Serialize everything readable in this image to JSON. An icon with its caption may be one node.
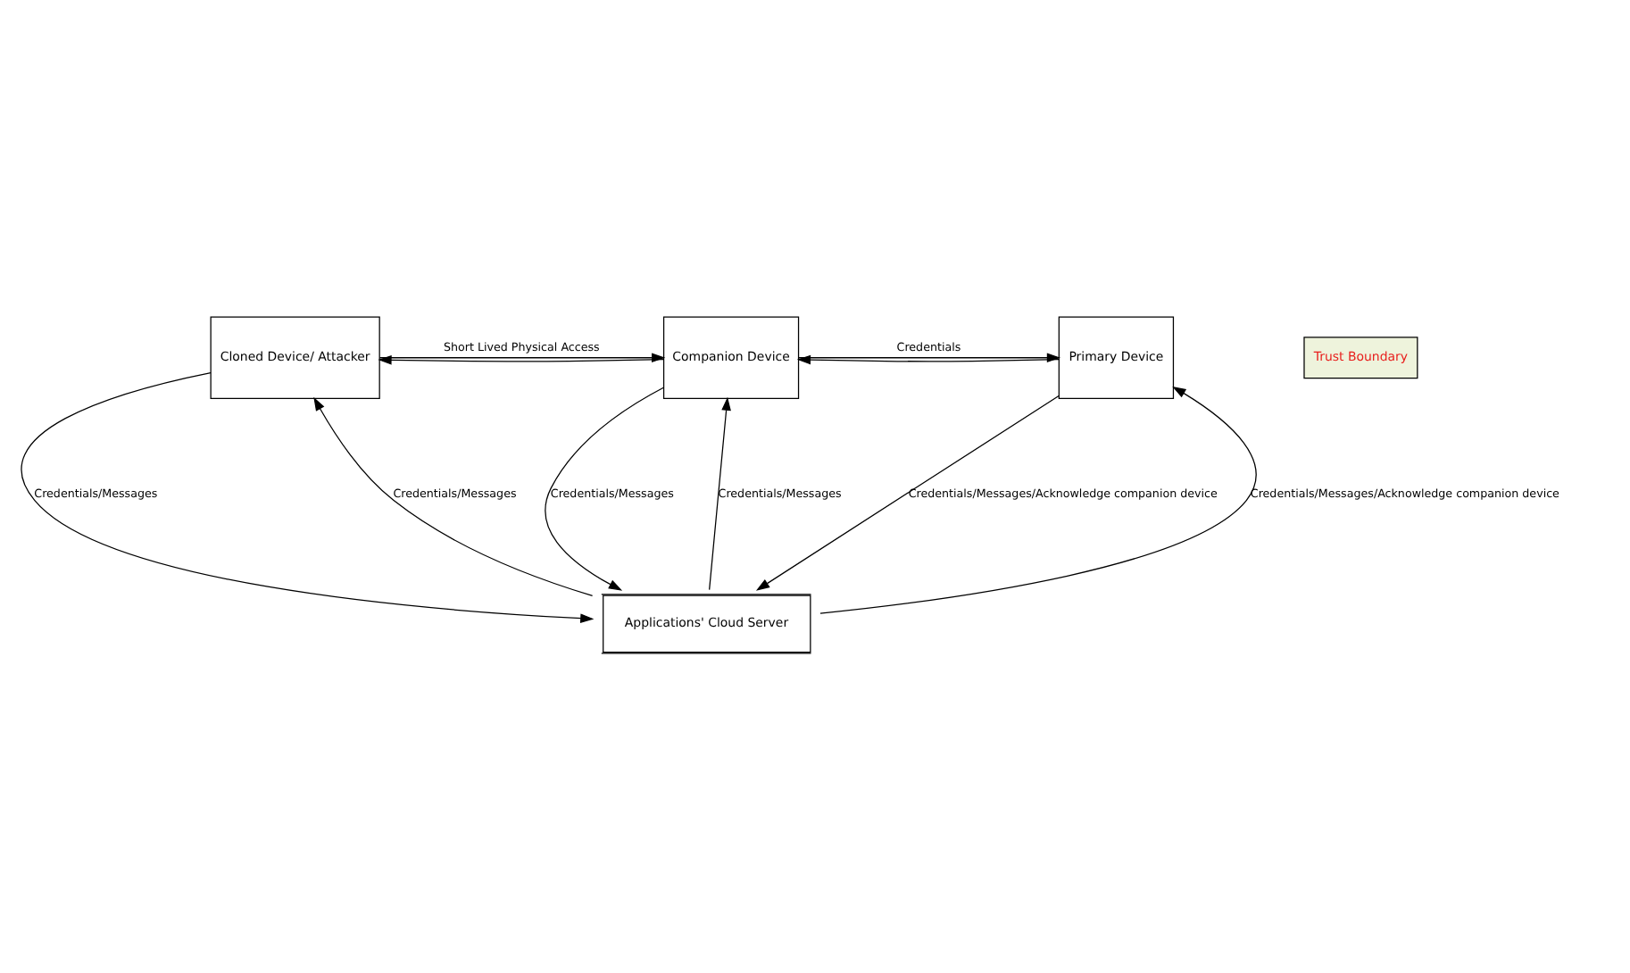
{
  "diagram": {
    "nodes": [
      {
        "text": [
          "Cloned Device/ Attacker"
        ]
      },
      {
        "text": [
          "Companion Device"
        ]
      },
      {
        "text": [
          "Primary Device"
        ]
      },
      {
        "text": [
          "Applications' Cloud Server"
        ]
      }
    ],
    "edges": [
      {
        "from": 0,
        "to": 1,
        "arrow": "to",
        "label": "Short Lived Physical Access"
      },
      {
        "from": 1,
        "to": 0,
        "arrow": "to"
      },
      {
        "from": 1,
        "to": 2,
        "arrow": "to",
        "label": "Credentials"
      },
      {
        "from": 2,
        "to": 1,
        "arrow": "to"
      },
      {
        "from": 0,
        "to": 3,
        "arrow": "to",
        "label": "Credentials/Messages"
      },
      {
        "from": 3,
        "to": 0,
        "arrow": "to",
        "label": "Credentials/Messages"
      },
      {
        "from": 1,
        "to": 3,
        "arrow": "to",
        "label": "Credentials/Messages"
      },
      {
        "from": 3,
        "to": 1,
        "arrow": "to",
        "label": "Credentials/Messages"
      },
      {
        "from": 2,
        "to": 3,
        "arrow": "to",
        "label": "Credentials/Messages/Acknowledge companion device"
      },
      {
        "from": 3,
        "to": 2,
        "arrow": "to",
        "label": "Credentials/Messages/Acknowledge companion device"
      }
    ],
    "labels": [
      "Trust Boundary"
    ]
  }
}
